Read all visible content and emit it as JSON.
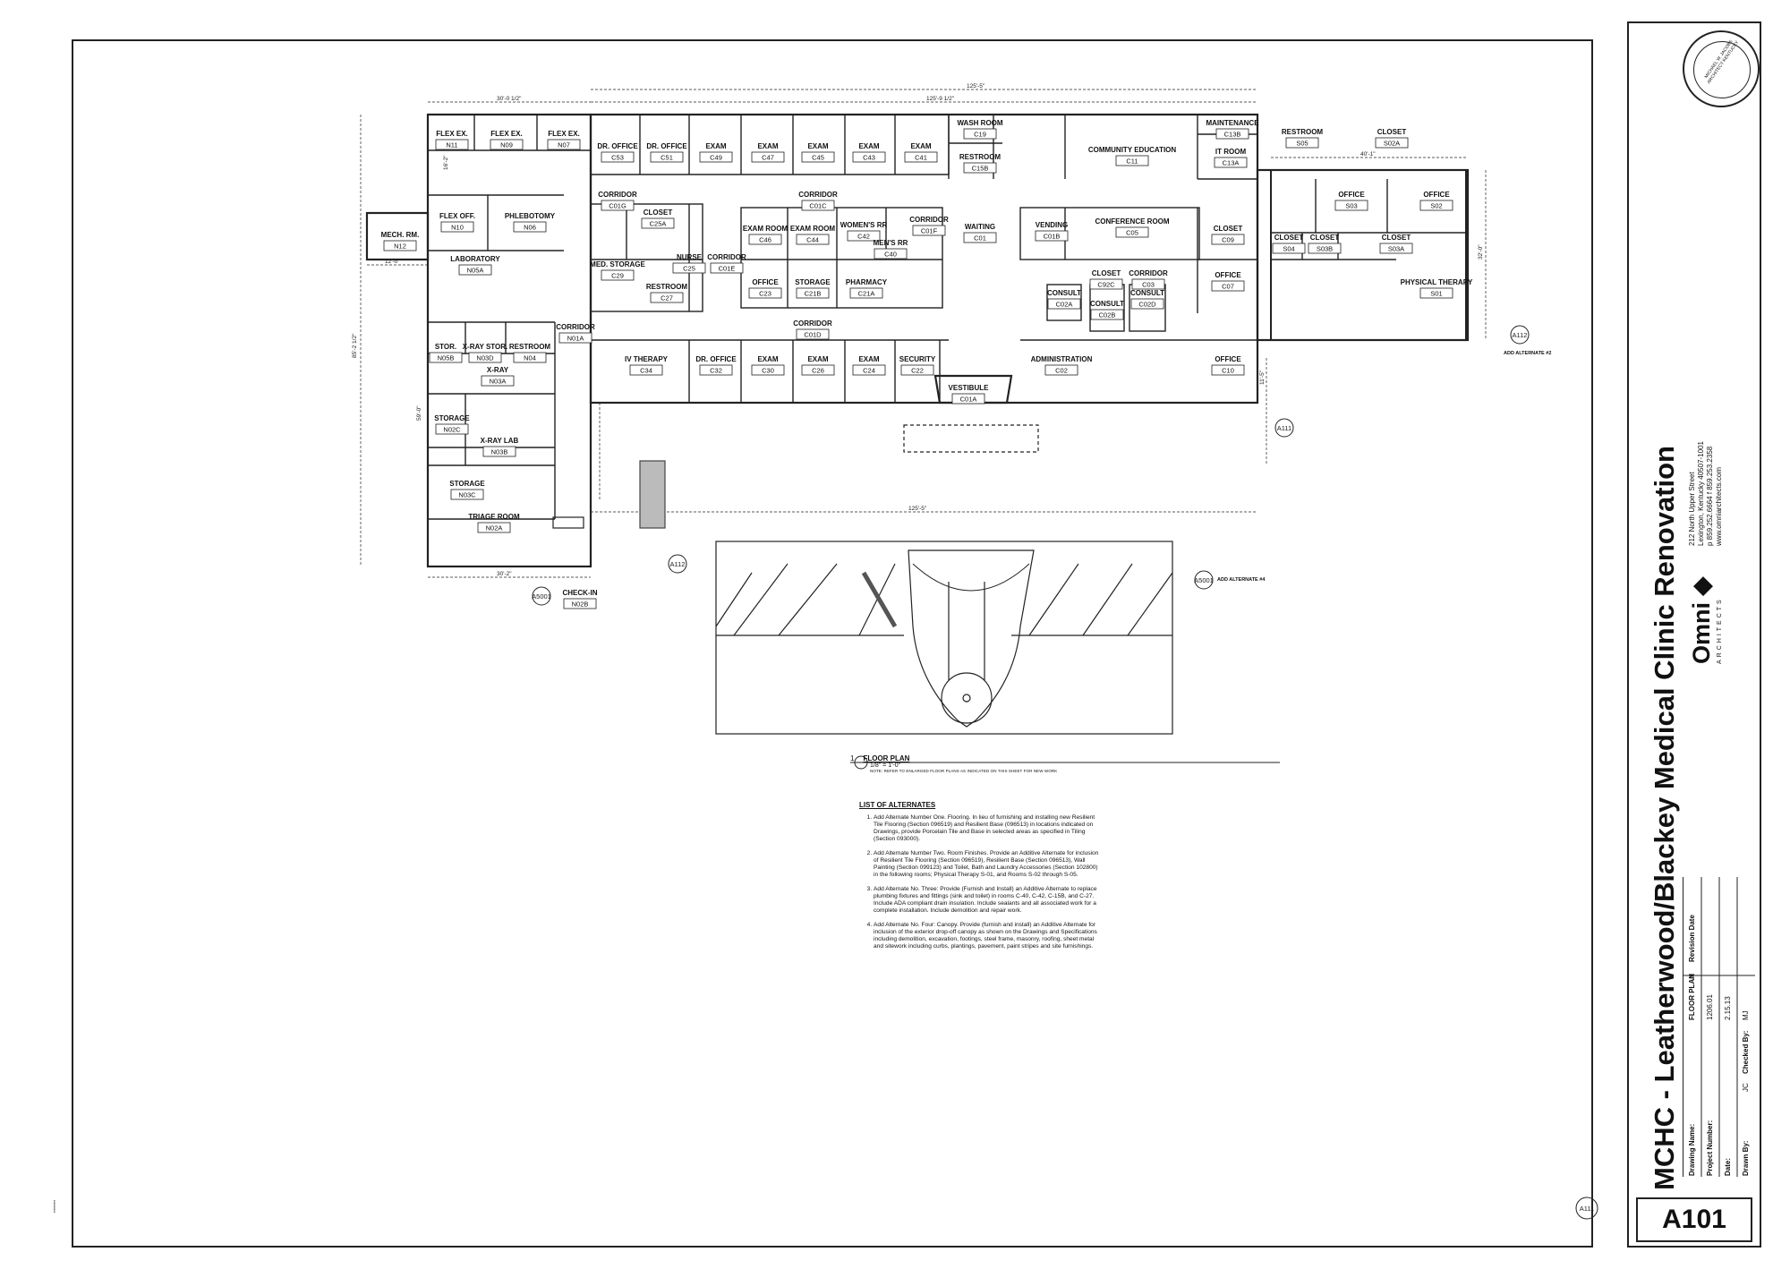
{
  "project_title": "MCHC - Leatherwood/Blackey Medical Clinic Renovation",
  "firm": {
    "name": "Omni",
    "sub": "ARCHITECTS",
    "address_line1": "212 North Upper Street",
    "address_line2": "Lexington, Kentucky 40507-1001",
    "phone": "p 859.252.6664  f 859.253.2358",
    "web": "www.omniarchitects.com"
  },
  "title_block": {
    "drawing_name_label": "Drawing Name:",
    "drawing_name": "FLOOR PLAN",
    "project_number_label": "Project Number:",
    "project_number": "1206.01",
    "date_label": "Date:",
    "date": "2.15.13",
    "drawn_by_label": "Drawn By:",
    "drawn_by": "JC",
    "checked_by_label": "Checked By:",
    "checked_by": "MJ",
    "revision_hash": "#",
    "revision_date_label": "Revision Date",
    "sheet_number": "A101"
  },
  "seal": {
    "text": "MICHAEL W. JACOBS  ARCHITECT  KENTUCKY"
  },
  "floor_plan": {
    "title": "FLOOR PLAN",
    "scale": "1/8\" = 1'-0\"",
    "tag": "1",
    "note": "NOTE: REFER TO ENLARGED FLOOR PLANS AS INDICATED ON THIS SHEET FOR NEW WORK"
  },
  "dimensions": {
    "d1": "30'-0 1/2\"",
    "d2": "125'-9 1/2\"",
    "d3": "12'-0\"",
    "d4": "85'-2 1/2\"",
    "d5": "59'-0\"",
    "d6": "30'-2\"",
    "d7": "125'-5\"",
    "d8": "40'-1\"",
    "d9": "32'-0\"",
    "d10": "16'-2\"",
    "d11": "11'-5\""
  },
  "alternate_tags": {
    "add_alt_2": "ADD ALTERNATE #2",
    "add_alt_4": "ADD ALTERNATE #4"
  },
  "section_refs": [
    "A112",
    "A112",
    "A111",
    "A111",
    "A5001",
    "A5001"
  ],
  "rooms": [
    {
      "name": "FLEX EX.",
      "num": "N11"
    },
    {
      "name": "FLEX EX.",
      "num": "N09"
    },
    {
      "name": "FLEX EX.",
      "num": "N07"
    },
    {
      "name": "MECH. RM.",
      "num": "N12"
    },
    {
      "name": "FLEX OFF.",
      "num": "N10"
    },
    {
      "name": "PHLEBOTOMY",
      "num": "N06"
    },
    {
      "name": "LABORATORY",
      "num": "N05A"
    },
    {
      "name": "STOR.",
      "num": "N05B"
    },
    {
      "name": "X-RAY STOR.",
      "num": "N03D"
    },
    {
      "name": "RESTROOM",
      "num": "N04"
    },
    {
      "name": "CORRIDOR",
      "num": "N01A"
    },
    {
      "name": "X-RAY",
      "num": "N03A"
    },
    {
      "name": "STORAGE",
      "num": "N02C"
    },
    {
      "name": "X-RAY LAB",
      "num": "N03B"
    },
    {
      "name": "STORAGE",
      "num": "N03C"
    },
    {
      "name": "TRIAGE ROOM",
      "num": "N02A"
    },
    {
      "name": "CHECK-IN",
      "num": "N02B"
    },
    {
      "name": "DR. OFFICE",
      "num": "C53"
    },
    {
      "name": "DR. OFFICE",
      "num": "C51"
    },
    {
      "name": "EXAM",
      "num": "C49"
    },
    {
      "name": "EXAM",
      "num": "C47"
    },
    {
      "name": "EXAM",
      "num": "C45"
    },
    {
      "name": "EXAM",
      "num": "C43"
    },
    {
      "name": "EXAM",
      "num": "C41"
    },
    {
      "name": "CORRIDOR",
      "num": "C01G"
    },
    {
      "name": "CLOSET",
      "num": "C25A"
    },
    {
      "name": "CORRIDOR",
      "num": "C01C"
    },
    {
      "name": "MED. STORAGE",
      "num": "C29"
    },
    {
      "name": "NURSE",
      "num": "C25"
    },
    {
      "name": "CORRIDOR",
      "num": "C01E"
    },
    {
      "name": "RESTROOM",
      "num": "C27"
    },
    {
      "name": "EXAM ROOM",
      "num": "C46"
    },
    {
      "name": "EXAM ROOM",
      "num": "C44"
    },
    {
      "name": "WOMEN'S RR",
      "num": "C42"
    },
    {
      "name": "MEN'S RR",
      "num": "C40"
    },
    {
      "name": "CORRIDOR",
      "num": "C01F"
    },
    {
      "name": "OFFICE",
      "num": "C23"
    },
    {
      "name": "STORAGE",
      "num": "C21B"
    },
    {
      "name": "PHARMACY",
      "num": "C21A"
    },
    {
      "name": "CORRIDOR",
      "num": "C01D"
    },
    {
      "name": "IV THERAPY",
      "num": "C34"
    },
    {
      "name": "DR. OFFICE",
      "num": "C32"
    },
    {
      "name": "EXAM",
      "num": "C30"
    },
    {
      "name": "EXAM",
      "num": "C26"
    },
    {
      "name": "EXAM",
      "num": "C24"
    },
    {
      "name": "SECURITY",
      "num": "C22"
    },
    {
      "name": "WASH ROOM",
      "num": "C19"
    },
    {
      "name": "RESTROOM",
      "num": "C15B"
    },
    {
      "name": "WAITING",
      "num": "C01"
    },
    {
      "name": "VESTIBULE",
      "num": "C01A"
    },
    {
      "name": "COMMUNITY EDUCATION",
      "num": "C11"
    },
    {
      "name": "MAINTENANCE",
      "num": "C13B"
    },
    {
      "name": "IT ROOM",
      "num": "C13A"
    },
    {
      "name": "VENDING",
      "num": "C01B"
    },
    {
      "name": "CONFERENCE ROOM",
      "num": "C05"
    },
    {
      "name": "CLOSET",
      "num": "C09"
    },
    {
      "name": "CLOSET",
      "num": "C92C"
    },
    {
      "name": "CORRIDOR",
      "num": "C03"
    },
    {
      "name": "OFFICE",
      "num": "C07"
    },
    {
      "name": "CONSULT",
      "num": "C02A"
    },
    {
      "name": "CONSULT",
      "num": "C02B"
    },
    {
      "name": "CONSULT",
      "num": "C02D"
    },
    {
      "name": "ADMINISTRATION",
      "num": "C02"
    },
    {
      "name": "OFFICE",
      "num": "C10"
    },
    {
      "name": "RESTROOM",
      "num": "S05"
    },
    {
      "name": "CLOSET",
      "num": "S02A"
    },
    {
      "name": "OFFICE",
      "num": "S03"
    },
    {
      "name": "OFFICE",
      "num": "S02"
    },
    {
      "name": "CLOSET",
      "num": "S04"
    },
    {
      "name": "CLOSET",
      "num": "S03B"
    },
    {
      "name": "CLOSET",
      "num": "S03A"
    },
    {
      "name": "PHYSICAL THERAPY",
      "num": "S01"
    }
  ],
  "alternates": {
    "heading": "LIST OF ALTERNATES",
    "items": [
      "Add Alternate Number One. Flooring. In lieu of furnishing and installing new Resilient Tile Flooring (Section 096519) and Resilient Base (096513) in locations indicated on Drawings, provide Porcelain Tile and Base in selected areas as specified in Tiling (Section 093000).",
      "Add Alternate Number Two. Room Finishes. Provide an Additive Alternate for inclusion of Resilient Tile Flooring (Section 096519), Resilient Base (Section 096513), Wall Painting (Section 099123) and Toilet, Bath and Laundry Accessories (Section 102800) in the following rooms; Physical Therapy S-01, and Rooms S-02 through S-05.",
      "Add Alternate No. Three: Provide (Furnish and Install) an Additive Alternate to replace plumbing fixtures and fittings (sink and toilet) in rooms C-40, C-42, C-15B, and C-27. Include ADA compliant drain insulation. Include sealants and all associated work for a complete installation. Include demolition and repair work.",
      "Add Alternate No. Four: Canopy. Provide (furnish and install) an Additive Alternate for inclusion of the exterior drop-off canopy as shown on the Drawings and Specifications including demolition, excavation, footings, steel frame, masonry, roofing, sheet metal and sitework including curbs, plantings, pavement, paint stripes and site furnishings."
    ]
  }
}
